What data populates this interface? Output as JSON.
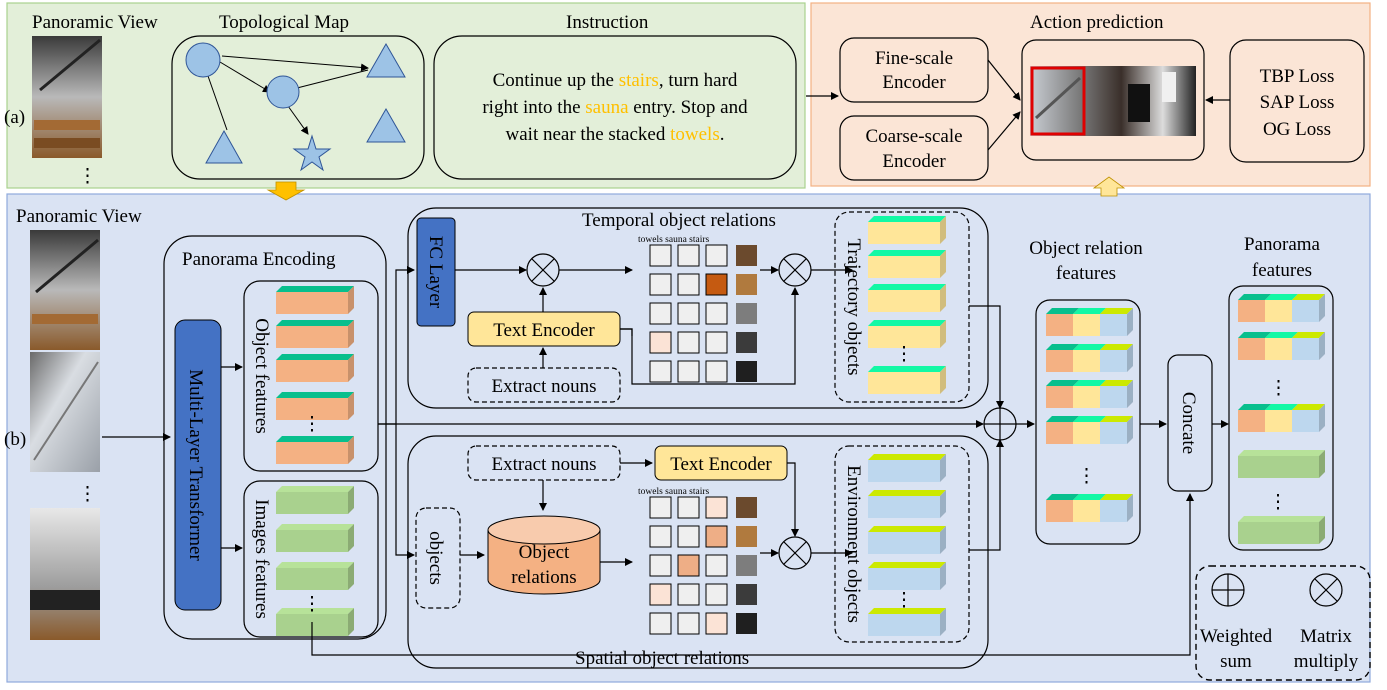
{
  "colors": {
    "panel_a_bg": "#e3efd9",
    "panel_a_border": "#a9d18e",
    "panel_action_bg": "#fbe5d6",
    "panel_action_border": "#f4b183",
    "panel_b_bg": "#dae3f3",
    "panel_b_border": "#8faadc",
    "object_feature": "#f4b183",
    "image_feature": "#a9d18e",
    "yellow_feature": "#ffe699",
    "blue_feature": "#bdd7ee",
    "fc_layer": "#4472c4",
    "text_encoder": "#ffe699",
    "object_relations_db": "#f4b183",
    "highlight_word": "#ffc000",
    "map_node": "#9dc3e6"
  },
  "labels": {
    "panel_a": "(a)",
    "panel_b": "(b)",
    "panoramic_view": "Panoramic View",
    "topological_map": "Topological Map",
    "instruction_title": "Instruction",
    "instruction_text": [
      [
        {
          "t": "Continue up the "
        },
        {
          "t": "stairs",
          "hl": true
        },
        {
          "t": ", turn hard"
        }
      ],
      [
        {
          "t": "right into the "
        },
        {
          "t": "sauna",
          "hl": true
        },
        {
          "t": " entry. Stop and"
        }
      ],
      [
        {
          "t": "wait near the stacked "
        },
        {
          "t": "towels",
          "hl": true
        },
        {
          "t": "."
        }
      ]
    ],
    "action_prediction": "Action prediction",
    "fine_scale_encoder": [
      "Fine-scale",
      "Encoder"
    ],
    "coarse_scale_encoder": [
      "Coarse-scale",
      "Encoder"
    ],
    "losses": [
      "TBP Loss",
      "SAP Loss",
      "OG Loss"
    ],
    "panorama_encoding": "Panorama Encoding",
    "multi_layer_transformer": "Multi-Layer Transformer",
    "object_features": "Object  features",
    "images_features": "Images  features",
    "temporal_object_relations": "Temporal object relations",
    "spatial_object_relations": "Spatial object relations",
    "fc_layer": "FC Layer",
    "text_encoder": "Text Encoder",
    "extract_nouns": "Extract nouns",
    "objects": "objects",
    "object_relations": [
      "Object",
      "relations"
    ],
    "matrix_header": "towels sauna stairs",
    "trajectory_objects": "Trajectory objects",
    "environment_objects": "Environment objects",
    "object_relation_features": [
      "Object relation",
      "features"
    ],
    "concate": "Concate",
    "panorama_features": [
      "Panorama",
      "features"
    ],
    "weighted_sum": [
      "Weighted",
      "sum"
    ],
    "matrix_multiply": [
      "Matrix",
      "multiply"
    ],
    "ellipsis": "⋮"
  },
  "temporal_matrix": [
    [
      0,
      0,
      0
    ],
    [
      0,
      0,
      3
    ],
    [
      0,
      0,
      0
    ],
    [
      1,
      0,
      0
    ],
    [
      0,
      0,
      0
    ]
  ],
  "spatial_matrix": [
    [
      0,
      0,
      1
    ],
    [
      0,
      0,
      2
    ],
    [
      0,
      2,
      0
    ],
    [
      1,
      0,
      0
    ],
    [
      0,
      0,
      1
    ]
  ]
}
